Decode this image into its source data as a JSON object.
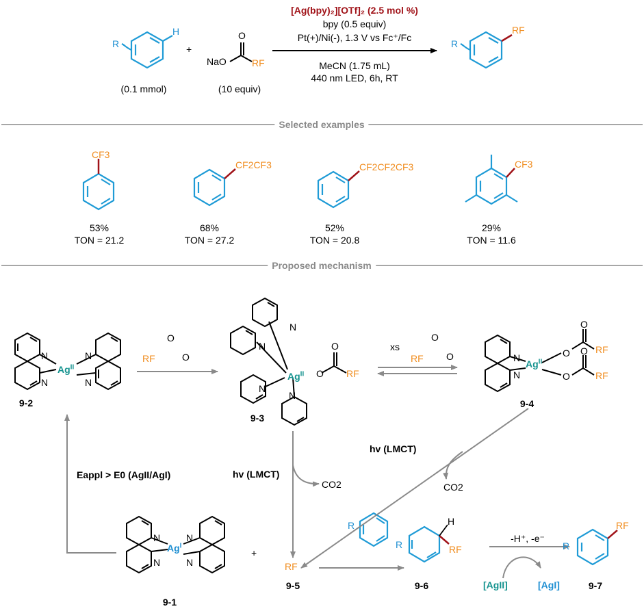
{
  "colors": {
    "ring": "#1f9bd6",
    "rf": "#f08c1e",
    "bond": "#a01218",
    "ag2": "#15938f",
    "ag1": "#1e8fd2",
    "arrow": "#8a8a8a"
  },
  "top": {
    "catalyst": "[Ag(bpy)₂][OTf]₂ (2.5 mol %)",
    "cond1": "bpy (0.5 equiv)",
    "cond2": "Pt(+)/Ni(-), 1.3 V vs Fc⁺/Fc",
    "cond3": "MeCN (1.75 mL)",
    "cond4": "440 nm LED, 6h, RT",
    "arene_amount": "(0.1 mmol)",
    "salt_amount": "(10 equiv)",
    "plus": "+",
    "R": "R",
    "H": "H",
    "NaO": "NaO",
    "O": "O",
    "RF": "RF"
  },
  "examples": {
    "header": "Selected examples",
    "items": [
      {
        "group": "CF3",
        "yield": "53%",
        "ton": "TON = 21.2"
      },
      {
        "group": "CF2CF3",
        "yield": "68%",
        "ton": "TON = 27.2"
      },
      {
        "group": "CF2CF2CF3",
        "yield": "52%",
        "ton": "TON = 20.8"
      },
      {
        "group": "CF3",
        "yield": "29%",
        "ton": "TON = 11.6"
      }
    ]
  },
  "mechanism": {
    "header": "Proposed mechanism",
    "ag2": "Ag",
    "ag1": "Ag",
    "N": "N",
    "O": "O",
    "xs": "xs",
    "hv1": "hv (LMCT)",
    "hv2": "hv (LMCT)",
    "co2": "CO2",
    "eappl": "Eappl > E0 (AgII/AgI)",
    "deprot": "-H⁺, -e⁻",
    "ag2_label": "[AgII]",
    "ag1_label": "[AgI]",
    "labels": [
      "9-1",
      "9-2",
      "9-3",
      "9-4",
      "9-5",
      "9-6",
      "9-7"
    ]
  }
}
